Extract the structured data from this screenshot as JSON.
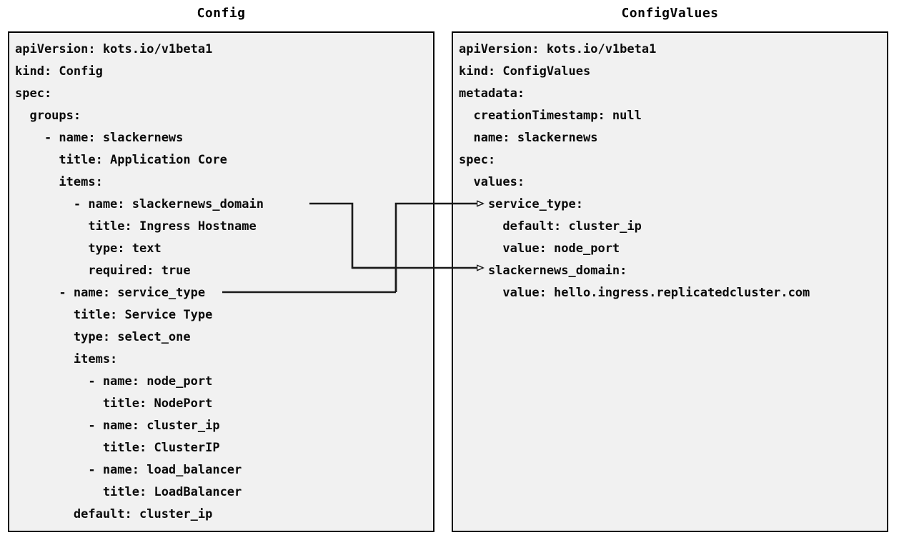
{
  "diagram": {
    "title_left": "Config",
    "title_right": "ConfigValues",
    "background": "#ffffff",
    "panel_background": "#f1f1f1",
    "panel_border_color": "#000000",
    "text_color": "#0a0a0a",
    "connector_color": "#1a1a1a"
  },
  "left_panel": {
    "heading": "Config",
    "lines": [
      "apiVersion: kots.io/v1beta1",
      "kind: Config",
      "spec:",
      "  groups:",
      "    - name: slackernews",
      "      title: Application Core",
      "      items:",
      "        - name: slackernews_domain",
      "          title: Ingress Hostname",
      "          type: text",
      "          required: true",
      "      - name: service_type",
      "        title: Service Type",
      "        type: select_one",
      "        items:",
      "          - name: node_port",
      "            title: NodePort",
      "          - name: cluster_ip",
      "            title: ClusterIP",
      "          - name: load_balancer",
      "            title: LoadBalancer",
      "        default: cluster_ip"
    ]
  },
  "right_panel": {
    "heading": "ConfigValues",
    "lines": [
      "apiVersion: kots.io/v1beta1",
      "kind: ConfigValues",
      "metadata:",
      "  creationTimestamp: null",
      "  name: slackernews",
      "spec:",
      "  values:",
      "    service_type:",
      "      default: cluster_ip",
      "      value: node_port",
      "    slackernews_domain:",
      "      value: hello.ingress.replicatedcluster.com"
    ]
  },
  "connectors": [
    {
      "name": "slackernews-domain-link",
      "from_label": "slackernews_domain",
      "to_label": "slackernews_domain:",
      "arrow": "open-triangle"
    },
    {
      "name": "service-type-link",
      "from_label": "service_type",
      "to_label": "service_type:",
      "arrow": "open-triangle"
    }
  ]
}
